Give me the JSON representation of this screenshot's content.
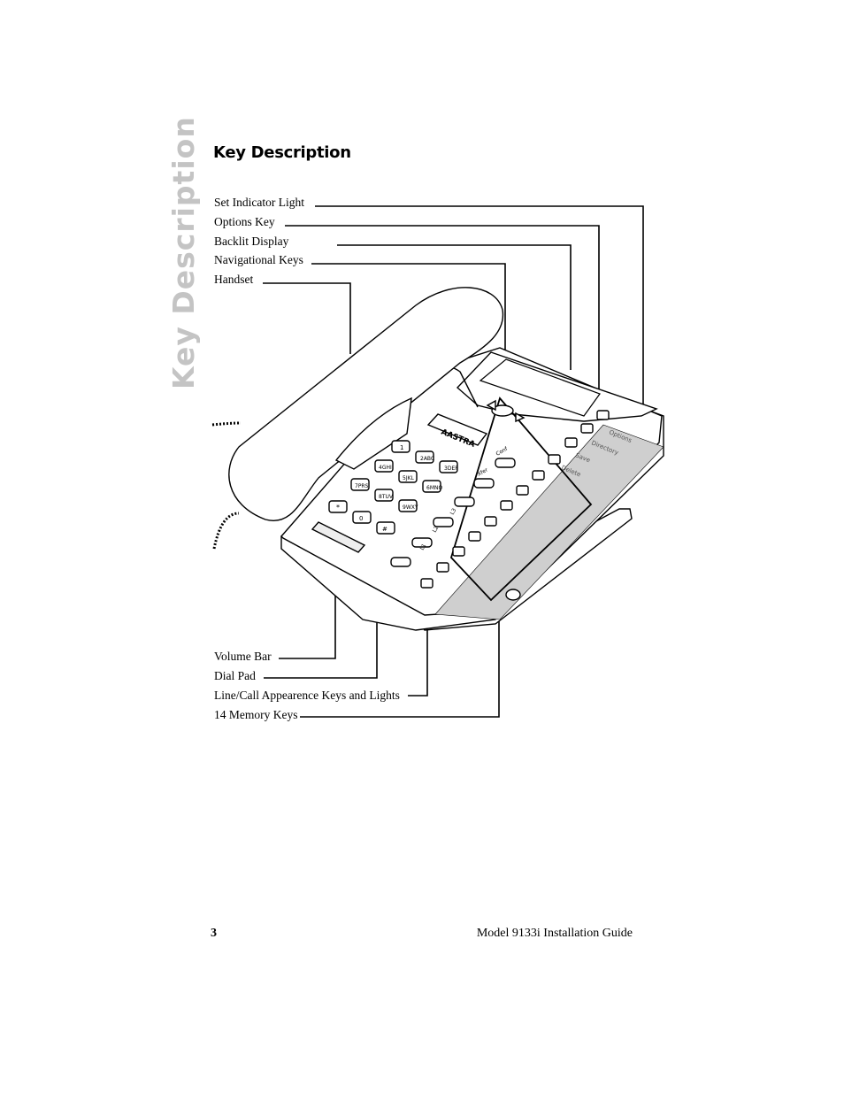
{
  "side_title": "Key Description",
  "heading": "Key Description",
  "labels_top": [
    "Set Indicator Light",
    "Options Key",
    "Backlit Display",
    "Navigational Keys",
    "Handset"
  ],
  "labels_bottom": [
    "Volume Bar",
    "Dial Pad",
    "Line/Call Appearence Keys and Lights",
    "14 Memory Keys"
  ],
  "phone": {
    "brand": "AASTRA",
    "softkeys": [
      "Options",
      "Directory",
      "Save",
      "Delete"
    ],
    "keys": [
      "1",
      "2ABC",
      "3DEF",
      "4GHI",
      "5JKL",
      "6MNO",
      "7PRS",
      "8TUV",
      "9WXY",
      "*",
      "0",
      "#"
    ],
    "function_keys": [
      "Conf",
      "Xfer",
      "L3",
      "L2",
      "L1"
    ]
  },
  "footer": {
    "page_number": "3",
    "title": "Model 9133i Installation Guide"
  }
}
